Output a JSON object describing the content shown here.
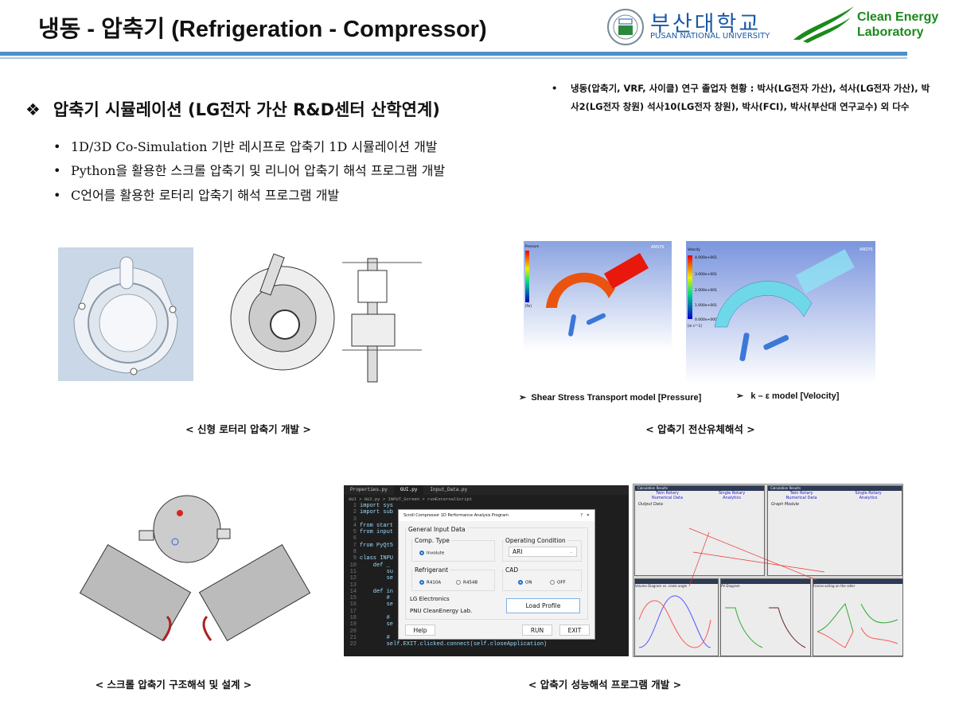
{
  "header": {
    "title": "냉동 - 압축기 (Refrigeration - Compressor)",
    "pnu_logo": {
      "name_ko": "부산대학교",
      "name_en": "PUSAN NATIONAL UNIVERSITY"
    },
    "lab_logo": {
      "line1": "Clean Energy",
      "line2": "Laboratory"
    }
  },
  "note": {
    "bullet": "•",
    "text": "냉동(압축기, VRF, 사이클) 연구 졸업자 현황 : 박사(LG전자 가산), 석사(LG전자 가산), 박사2(LG전자 창원) 석사10(LG전자 창원), 박사(FCI), 박사(부산대 연구교수) 외 다수"
  },
  "section": {
    "marker": "❖",
    "heading": "압축기 시뮬레이션 (LG전자 가산 R&D센터 산학연계)",
    "bullets": [
      "1D/3D Co-Simulation 기반 레시프로 압축기 1D 시뮬레이션 개발",
      "Python을 활용한 스크롤 압축기 및 리니어 압축기 해석 프로그램 개발",
      "C언어를 활용한 로터리 압축기 해석 프로그램 개발"
    ],
    "bullet_char": "•"
  },
  "figures": {
    "rotary_caption": "< 신형 로터리 압축기 개발 >",
    "cfd_caption": "< 압축기 전산유체해석 >",
    "scroll_caption": "< 스크롤 압축기 구조해석 및 설계 >",
    "program_caption": "< 압축기 성능해석 프로그램 개발 >",
    "cfd_models": [
      "Shear Stress Transport model [Pressure]",
      "k – ε model [Velocity]"
    ],
    "cfd_labels": {
      "pressure": "Pressure",
      "velocity": "Velocity",
      "brand": "ANSYS",
      "vel_max": "4.000e+001",
      "vel_3": "3.000e+001",
      "vel_2": "2.000e+001",
      "vel_1": "1.000e+001",
      "vel_min": "0.000e+000",
      "vel_unit": "[m s^-1]",
      "p_unit": "[Pa]"
    }
  },
  "editor": {
    "tabs": [
      "Properties.py",
      "GUI.py",
      "Input_Data.py"
    ],
    "breadcrumb": "GUI > GUI.py > INPUT_Screen > runExternalScript",
    "lines": [
      "import sys",
      "import sub",
      "",
      "from start",
      "from input",
      "",
      "from PyQt5",
      "",
      "class INPU",
      "    def _",
      "        su",
      "        se",
      "",
      "    def in",
      "        #",
      "        se",
      "",
      "        #",
      "        se",
      "",
      "        #",
      "        self.EXIT.clicked.connect(self.closeApplication)"
    ]
  },
  "dialog": {
    "title": "Scroll Compressor 1D Performance Analysis Program",
    "help_glyph": "?",
    "close_glyph": "✕",
    "group_title": "General Input Data",
    "comp_type": {
      "label": "Comp. Type",
      "option": "Involute"
    },
    "operating": {
      "label": "Operating Condition",
      "value": "ARI"
    },
    "refrigerant": {
      "label": "Refrigerant",
      "options": [
        "R410A",
        "R454B"
      ]
    },
    "cad": {
      "label": "CAD",
      "options": [
        "ON",
        "OFF"
      ]
    },
    "org1": "LG Electronics",
    "org2": "PNU CleanEnergy Lab.",
    "load_profile": "Load Profile",
    "help": "Help",
    "run": "RUN",
    "exit": "EXIT"
  },
  "results": {
    "window_title": "Calculation Results",
    "twin": "Twin Rotary",
    "single": "Single Rotary",
    "numerical": "Numerical Data",
    "analytics": "Analytics",
    "output": "Output Data",
    "graph": "Graph Module",
    "plots": [
      "Volume Diagram vs. crank angle",
      "PV Diagram",
      "Forces acting on the roller"
    ]
  }
}
